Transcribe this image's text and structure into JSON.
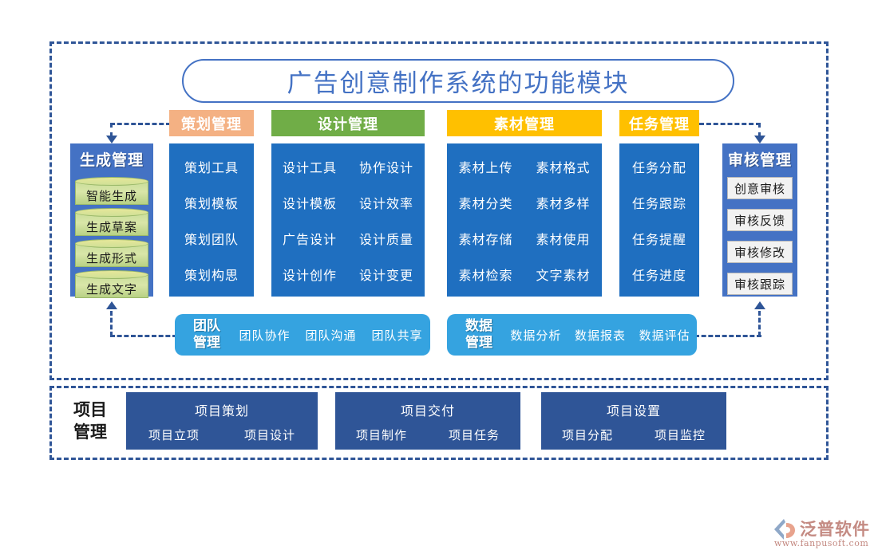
{
  "title": "广告创意制作系统的功能模块",
  "categories": [
    {
      "id": "plan",
      "header": "策划管理",
      "color": "#f4b183",
      "columns": [
        [
          "策划工具",
          "策划模板",
          "策划团队",
          "策划构思"
        ]
      ]
    },
    {
      "id": "design",
      "header": "设计管理",
      "color": "#70ad47",
      "columns": [
        [
          "设计工具",
          "设计模板",
          "广告设计",
          "设计创作"
        ],
        [
          "协作设计",
          "设计效率",
          "设计质量",
          "设计变更"
        ]
      ]
    },
    {
      "id": "material",
      "header": "素材管理",
      "color": "#ffc000",
      "columns": [
        [
          "素材上传",
          "素材分类",
          "素材存储",
          "素材检索"
        ],
        [
          "素材格式",
          "素材多样",
          "素材使用",
          "文字素材"
        ]
      ]
    },
    {
      "id": "task",
      "header": "任务管理",
      "color": "#ffc000",
      "columns": [
        [
          "任务分配",
          "任务跟踪",
          "任务提醒",
          "任务进度"
        ]
      ]
    }
  ],
  "generation": {
    "title": "生成管理",
    "items": [
      "智能生成",
      "生成草案",
      "生成形式",
      "生成文字"
    ]
  },
  "review": {
    "title": "审核管理",
    "items": [
      "创意审核",
      "审核反馈",
      "审核修改",
      "审核跟踪"
    ]
  },
  "bars": [
    {
      "id": "team",
      "title_line1": "团队",
      "title_line2": "管理",
      "items": [
        "团队协作",
        "团队沟通",
        "团队共享"
      ],
      "color": "#35a3e0"
    },
    {
      "id": "data",
      "title_line1": "数据",
      "title_line2": "管理",
      "items": [
        "数据分析",
        "数据报表",
        "数据评估"
      ],
      "color": "#35a3e0"
    }
  ],
  "project": {
    "label_line1": "项目",
    "label_line2": "管理",
    "boxes": [
      {
        "title": "项目策划",
        "items": [
          "项目立项",
          "项目设计"
        ]
      },
      {
        "title": "项目交付",
        "items": [
          "项目制作",
          "项目任务"
        ]
      },
      {
        "title": "项目设置",
        "items": [
          "项目分配",
          "项目监控"
        ]
      }
    ]
  },
  "logo": {
    "name": "泛普软件",
    "url": "www.fanpusoft.com"
  },
  "colors": {
    "frame": "#2f5597",
    "panel_blue": "#1f6fc0",
    "column_blue": "#4472c4",
    "bar_blue": "#35a3e0",
    "project_blue": "#2f5597",
    "title_blue": "#4472c4"
  }
}
